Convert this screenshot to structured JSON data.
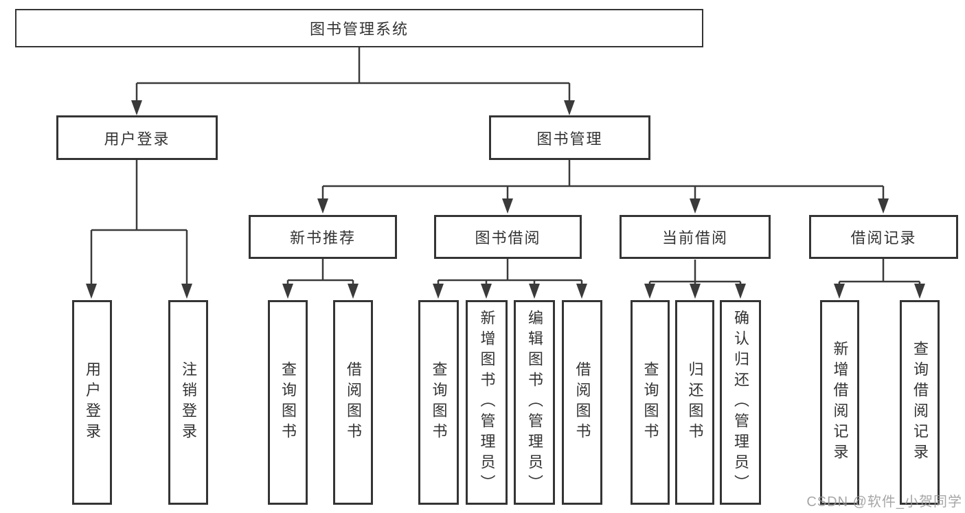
{
  "diagram": {
    "root_label": "图书管理系统",
    "user_login": {
      "label": "用户登录",
      "children": [
        {
          "label": "用户登录"
        },
        {
          "label": "注销登录"
        }
      ]
    },
    "book_mgmt": {
      "label": "图书管理",
      "sections": [
        {
          "label": "新书推荐",
          "children": [
            {
              "label": "查询图书"
            },
            {
              "label": "借阅图书"
            }
          ]
        },
        {
          "label": "图书借阅",
          "children": [
            {
              "label": "查询图书"
            },
            {
              "label": "新增图书（管理员）"
            },
            {
              "label": "编辑图书（管理员）"
            },
            {
              "label": "借阅图书"
            }
          ]
        },
        {
          "label": "当前借阅",
          "children": [
            {
              "label": "查询图书"
            },
            {
              "label": "归还图书"
            },
            {
              "label": "确认归还（管理员）"
            }
          ]
        },
        {
          "label": "借阅记录",
          "children": [
            {
              "label": "新增借阅记录"
            },
            {
              "label": "查询借阅记录"
            }
          ]
        }
      ]
    }
  },
  "watermark": "CSDN @软件_小贺同学",
  "colors": {
    "line": "#3a3a3a",
    "box_border": "#343434",
    "text": "#333333",
    "watermark": "#969696",
    "background": "#ffffff"
  }
}
